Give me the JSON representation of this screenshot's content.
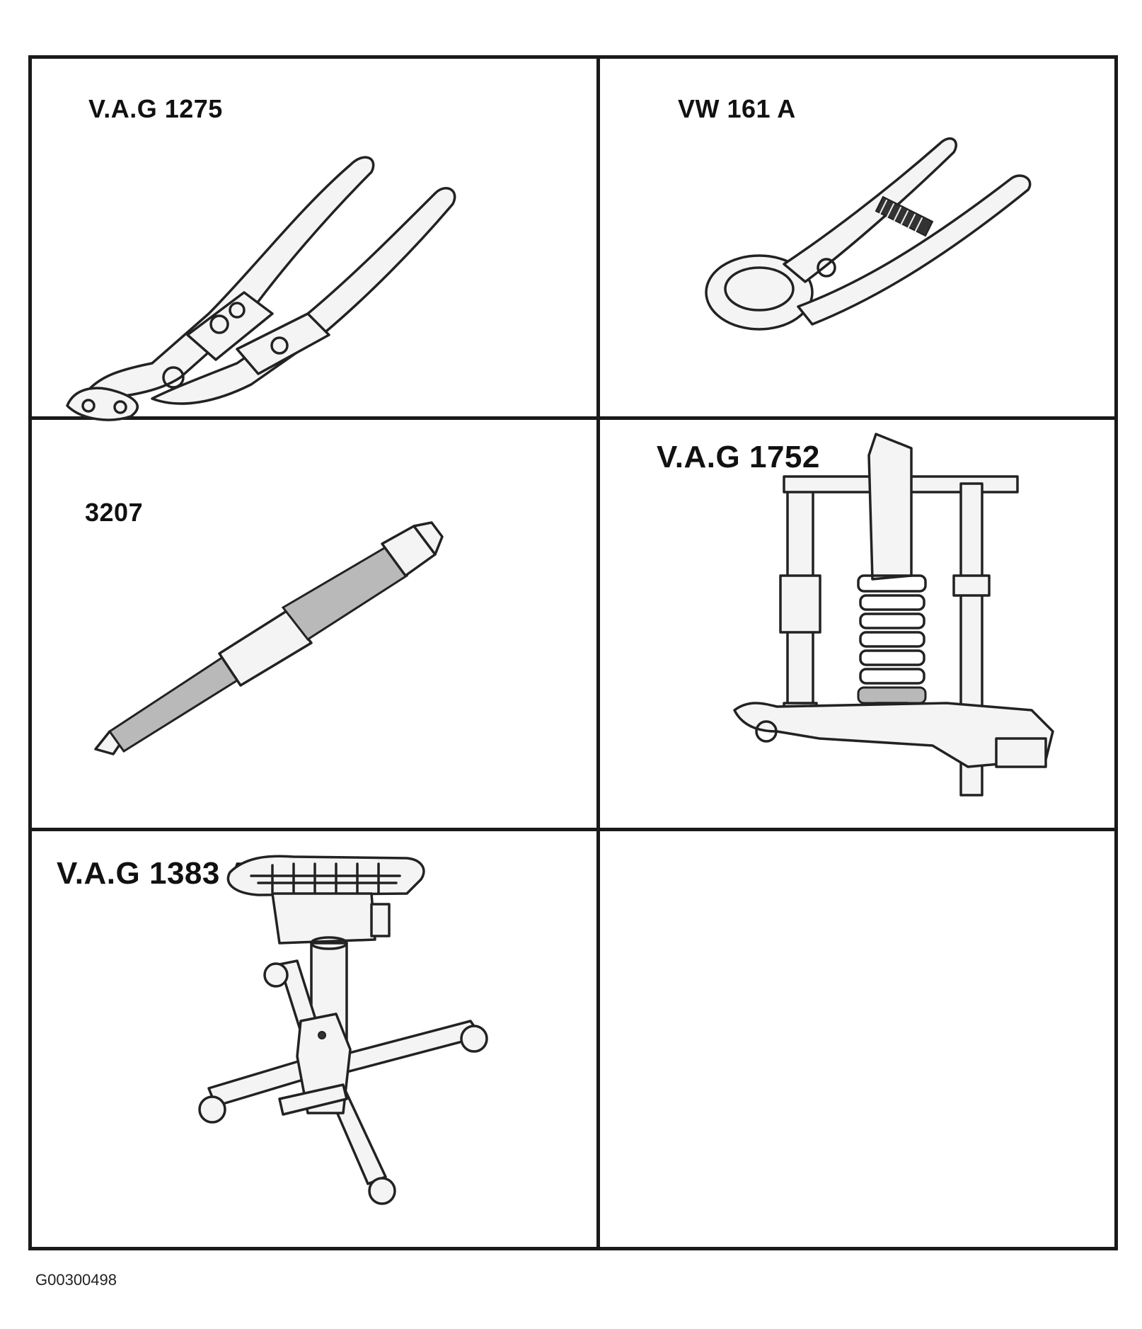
{
  "figure_id": "G00300498",
  "tools": [
    {
      "label": "V.A.G 1275",
      "icon": "hose-clamp-pliers-icon"
    },
    {
      "label": "VW 161 A",
      "icon": "ring-pliers-icon"
    },
    {
      "label": "3207",
      "icon": "drift-pin-icon"
    },
    {
      "label": "V.A.G 1752",
      "icon": "spring-compressor-icon"
    },
    {
      "label": "V.A.G 1383 A",
      "icon": "transmission-jack-icon"
    },
    {
      "label": "",
      "icon": ""
    }
  ]
}
